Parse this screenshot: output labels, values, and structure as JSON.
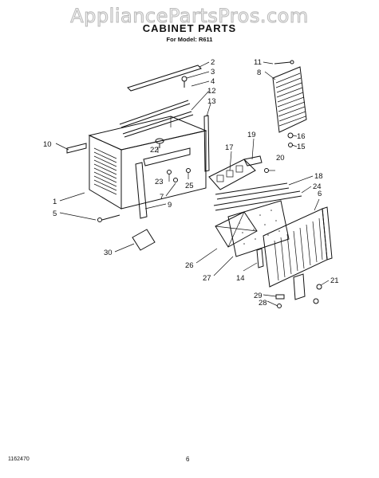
{
  "watermark": "AppliancePartsPros.com",
  "title": "CABINET PARTS",
  "subtitle": "For Model: R611",
  "footer": {
    "doc_number": "1162470",
    "page_number": "6"
  },
  "callouts": [
    "1",
    "2",
    "3",
    "4",
    "5",
    "6",
    "7",
    "8",
    "9",
    "10",
    "11",
    "12",
    "13",
    "14",
    "15",
    "16",
    "17",
    "18",
    "19",
    "20",
    "21",
    "22",
    "23",
    "24",
    "25",
    "26",
    "27",
    "28",
    "29",
    "30"
  ]
}
